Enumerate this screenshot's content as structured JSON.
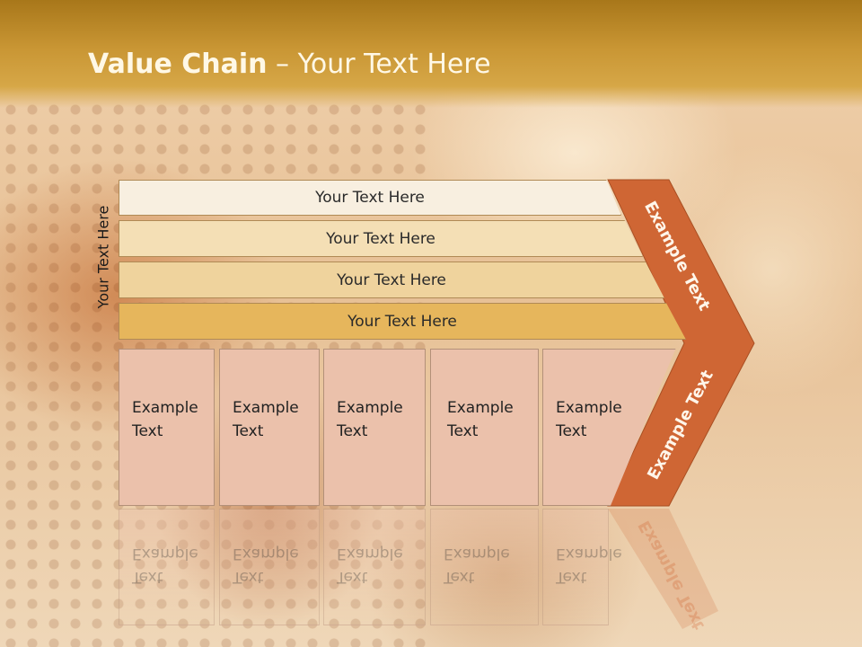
{
  "slide": {
    "title_bold": "Value Chain",
    "title_rest": " – Your Text Here",
    "side_label": "Your Text Here"
  },
  "bars": [
    {
      "label": "Your Text Here",
      "color": "#f8efe0"
    },
    {
      "label": "Your Text Here",
      "color": "#f4dfb5"
    },
    {
      "label": "Your Text Here",
      "color": "#efd39d"
    },
    {
      "label": "Your Text Here",
      "color": "#e6b65c"
    }
  ],
  "cells": [
    {
      "line1": "Example",
      "line2": "Text"
    },
    {
      "line1": "Example",
      "line2": "Text"
    },
    {
      "line1": "Example",
      "line2": "Text"
    },
    {
      "line1": "Example",
      "line2": "Text"
    },
    {
      "line1": "Example",
      "line2": "Text"
    }
  ],
  "chevron": {
    "upper_label": "Example Text",
    "lower_label": "Example Text",
    "color": "#cf6634"
  }
}
